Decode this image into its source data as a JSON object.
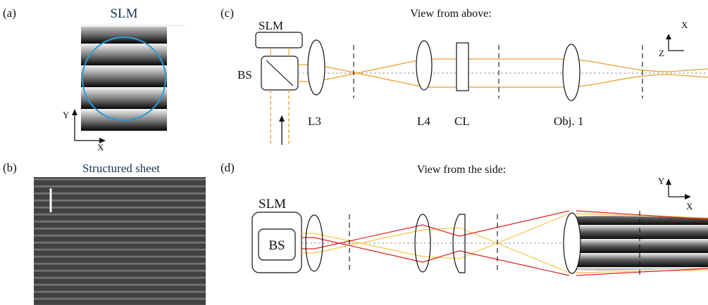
{
  "panels": {
    "a": {
      "tag": "(a)",
      "title": "SLM",
      "axis_y": "Y",
      "axis_x": "X"
    },
    "b": {
      "tag": "(b)",
      "title": "Structured sheet"
    },
    "c": {
      "tag": "(c)",
      "title": "View from above:",
      "slm": "SLM",
      "bs": "BS",
      "l3": "L3",
      "l4": "L4",
      "cl": "CL",
      "obj": "Obj. 1",
      "axis_x": "X",
      "axis_z": "Z"
    },
    "d": {
      "tag": "(d)",
      "title": "View from the side:",
      "slm": "SLM",
      "bs": "BS",
      "axis_y": "Y",
      "axis_x": "X"
    }
  },
  "colors": {
    "title_blue": "#1a3552",
    "circle": "#2a9bd6",
    "orange_beam": "#e8a12a",
    "red_beam": "#e02020",
    "yellow_beam": "#f5c542",
    "axis_dash": "#9a9a9a"
  },
  "icons": [
    "arrow-up-icon",
    "axes-icon"
  ]
}
